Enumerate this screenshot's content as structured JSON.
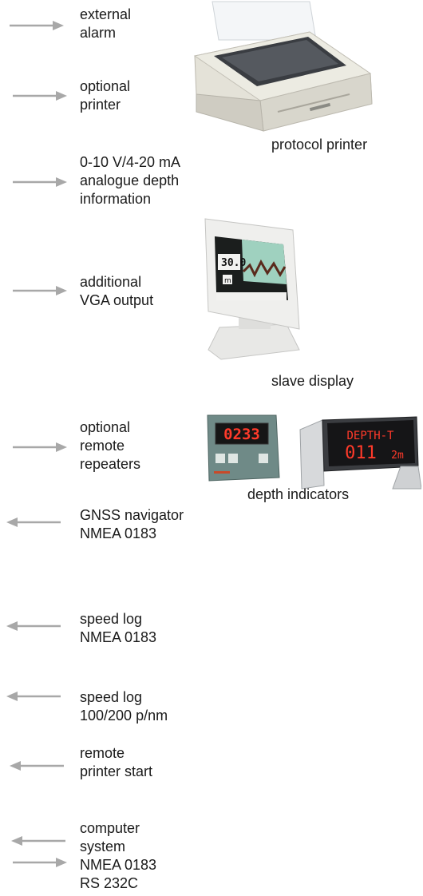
{
  "connections": [
    {
      "label": "external\nalarm",
      "direction": "out"
    },
    {
      "label": "optional\nprinter",
      "direction": "out"
    },
    {
      "label": "0-10 V/4-20 mA\nanalogue depth\ninformation",
      "direction": "out"
    },
    {
      "label": "additional\nVGA output",
      "direction": "out"
    },
    {
      "label": "optional\nremote\nrepeaters",
      "direction": "out"
    },
    {
      "label": "GNSS navigator\nNMEA 0183",
      "direction": "in"
    },
    {
      "label": "speed log\nNMEA 0183",
      "direction": "in"
    },
    {
      "label": "speed log\n100/200 p/nm",
      "direction": "in"
    },
    {
      "label": "remote\nprinter start",
      "direction": "in"
    },
    {
      "label": "computer\nsystem\nNMEA 0183\nRS 232C",
      "direction": "both"
    }
  ],
  "devices": {
    "printer_caption": "protocol printer",
    "display_caption": "slave display",
    "indicators_caption": "depth indicators",
    "monitor_value": "30.0",
    "monitor_unit": "m",
    "repeater_value": "0233",
    "indicator_title": "DEPTH-T",
    "indicator_value": "011",
    "indicator_unit": "2m"
  },
  "colors": {
    "arrow": "#a8a8a8",
    "text": "#1a1a1a",
    "led": "#ff3a2a"
  }
}
